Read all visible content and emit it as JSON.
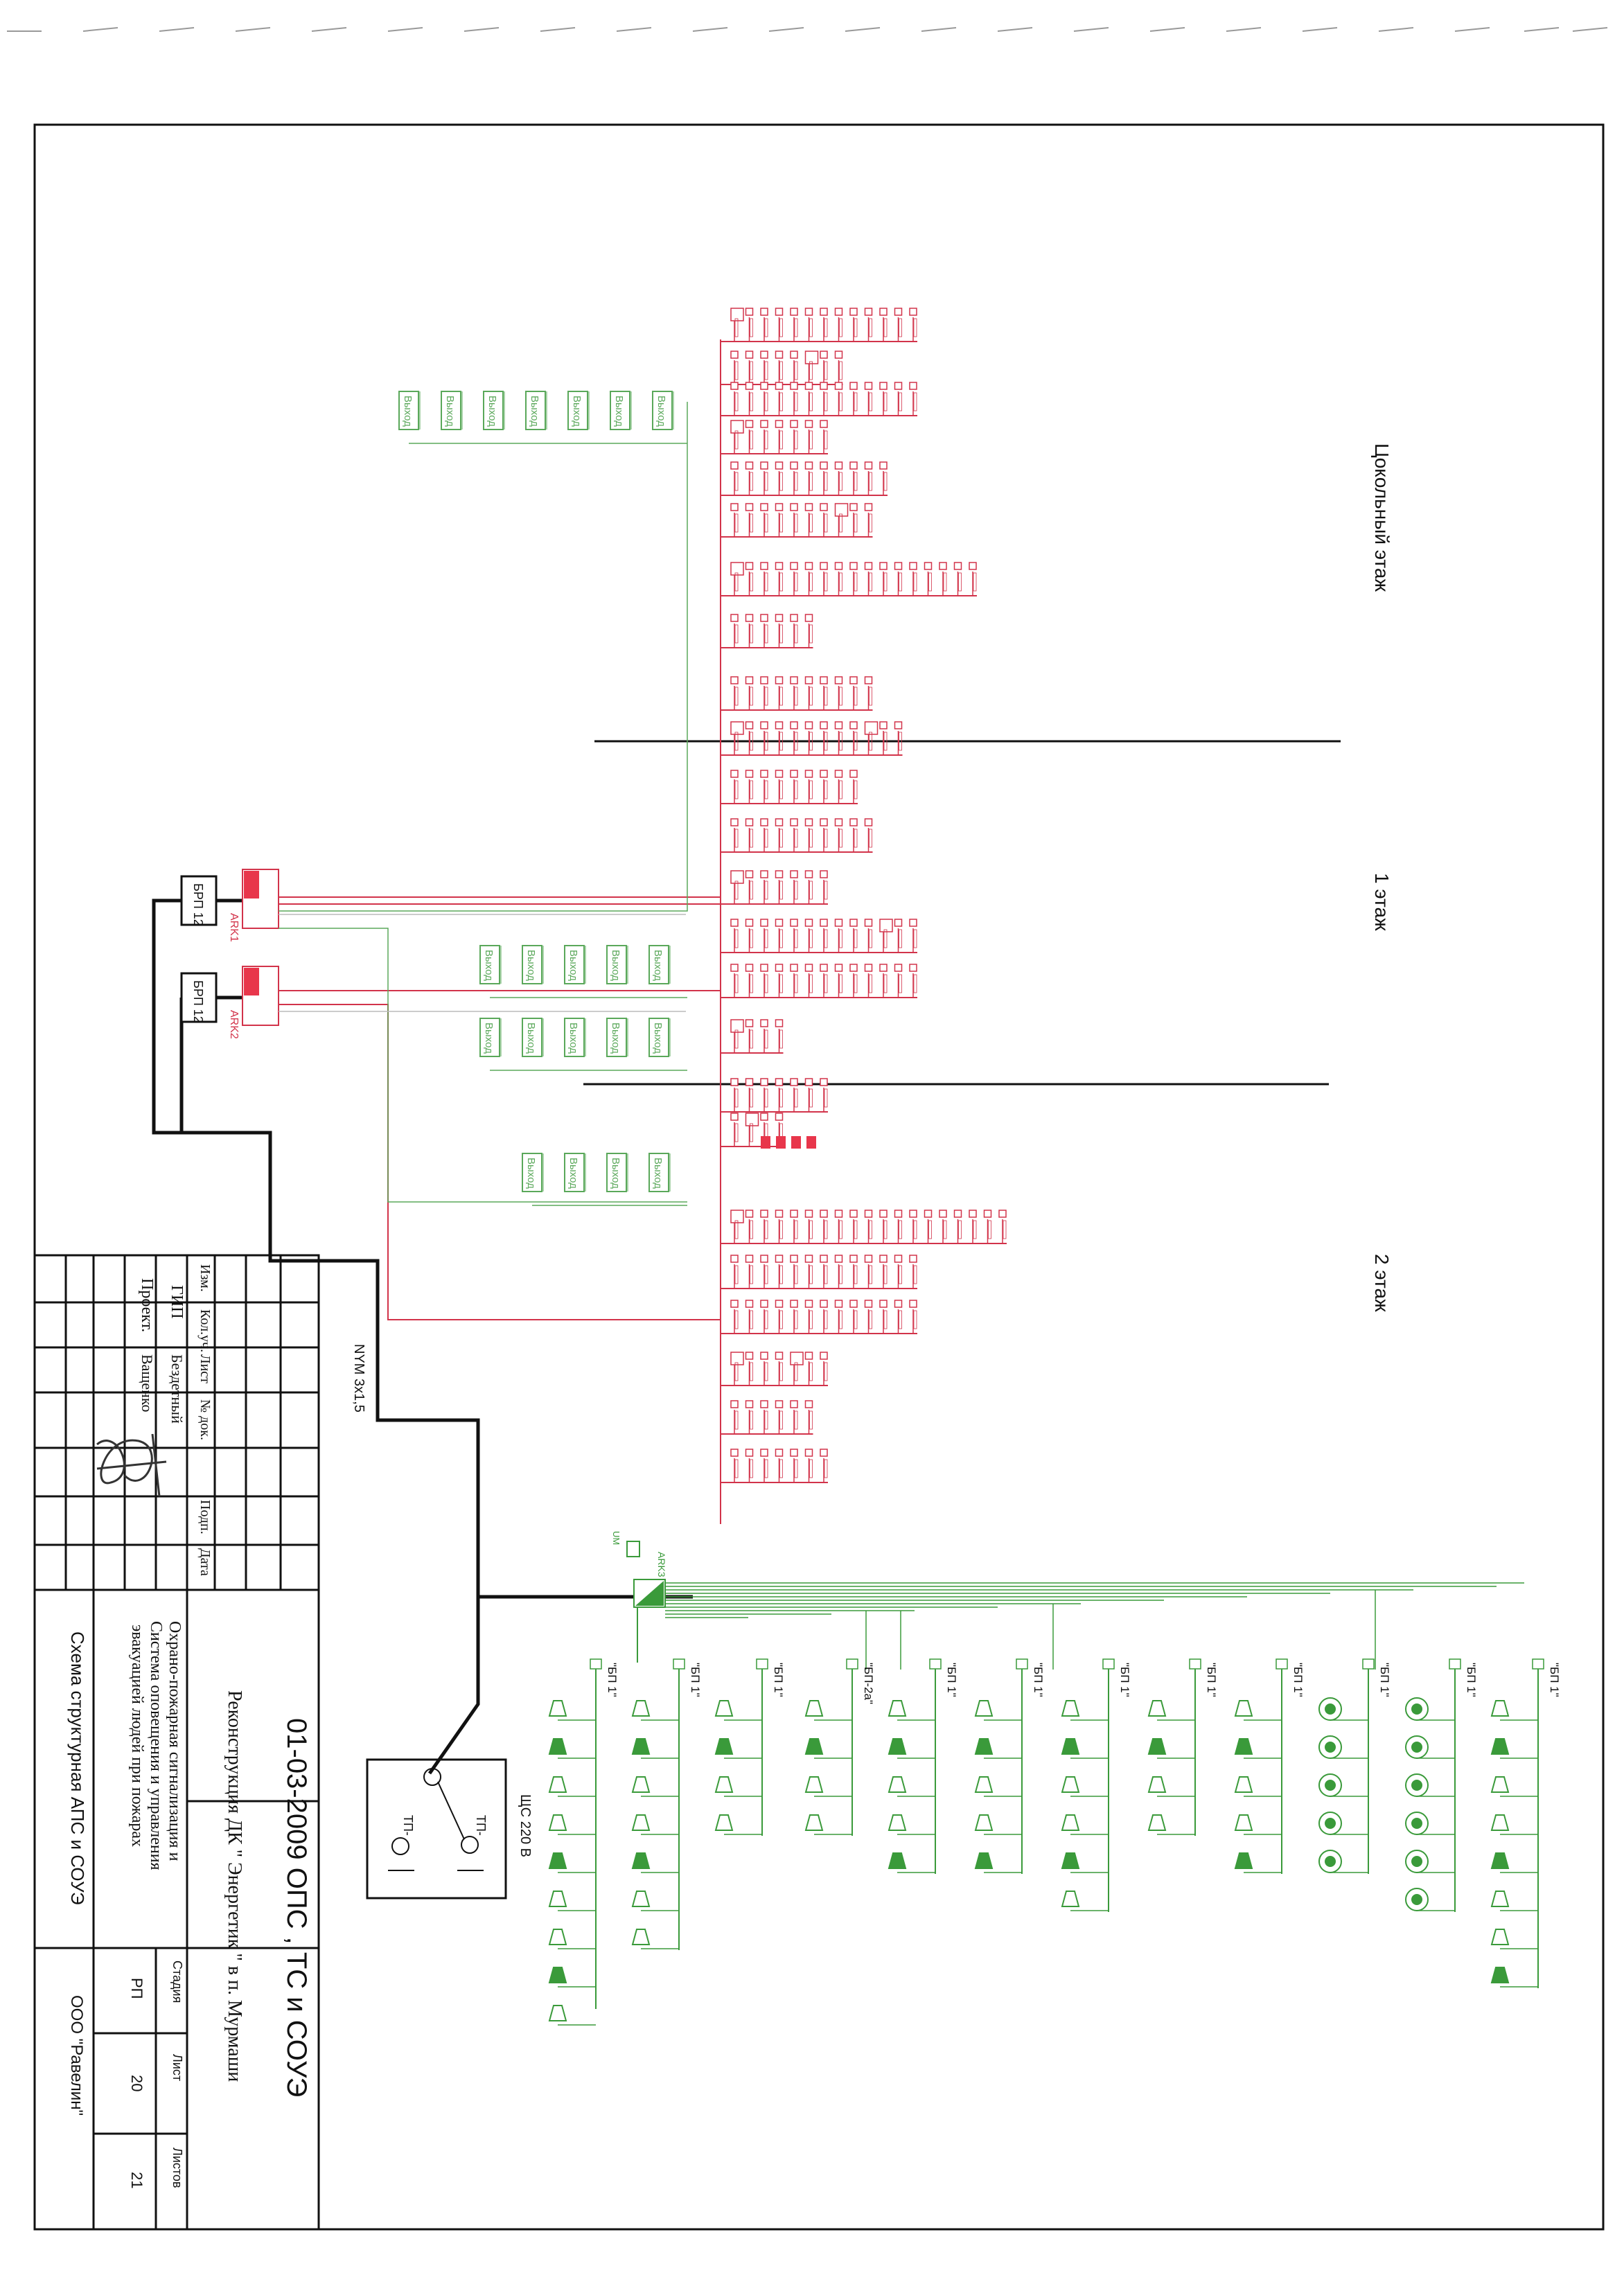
{
  "floors": {
    "basement": "Цокольный этаж",
    "first": "1 этаж",
    "second": "2 этаж"
  },
  "devices": {
    "ark1": "ARK1",
    "ark2": "ARK2",
    "ark3": "ARK3",
    "brp1": "БРП 12",
    "brp2": "БРП 12",
    "exit_label": "Выход",
    "um": "UM"
  },
  "cable": "NYM 3x1,5",
  "power_panel": {
    "title": "ЩС 220 В",
    "tp1": "ТП-",
    "tp2": "ТП-"
  },
  "speaker_branches": [
    "\"БП 1\"",
    "\"БП 1\"",
    "\"БП 1\"",
    "\"БП-2а\"",
    "\"БП 1\"",
    "\"БП 1\"",
    "\"БП 1\"",
    "\"БП 1\"",
    "\"БП 1\"",
    "\"БП 1\"",
    "\"БП 1\"",
    "\"БП 1\""
  ],
  "title_block": {
    "doc_code": "01-03-2009 ОПС , ТС и СОУЭ",
    "project": "Реконструкция ДК \" Энергетик \" в п. Мурмаши",
    "description_1": "Охрано-пожарная сигнализация и",
    "description_2": "Система оповещения и управления",
    "description_3": "эвакуацией людей при пожарах",
    "sheet_title": "Схема структурная АПС и СОУЭ",
    "company": "ООО \"Равелин\"",
    "header_cols": [
      "Изм.",
      "Кол.уч.",
      "Лист",
      "№ док.",
      "Подп.",
      "Дата"
    ],
    "roles": [
      {
        "role": "ГИП",
        "name": "Бездетный"
      },
      {
        "role": "Проект.",
        "name": "Ващенко"
      }
    ],
    "stage_label": "Стадия",
    "sheet_label": "Лист",
    "sheets_label": "Листов",
    "stage": "РП",
    "sheet": "20",
    "sheets": "21"
  },
  "colors": {
    "fire_loop": "#d2334a",
    "evac": "#3a9a3a",
    "exit_green": "#5aa85a",
    "frame": "#111111",
    "ark_fill": "#e8364b"
  }
}
